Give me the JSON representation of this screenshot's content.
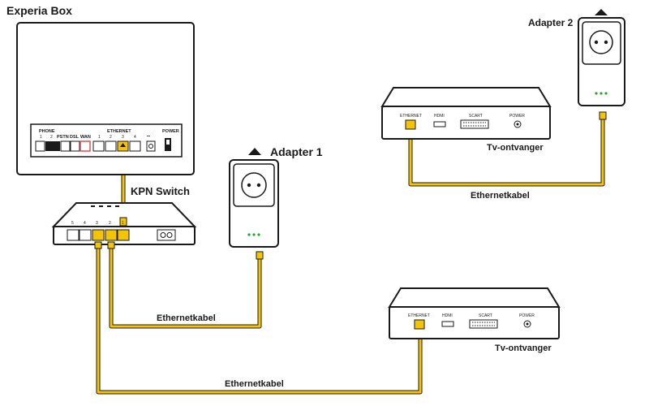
{
  "labels": {
    "experia_box": "Experia Box",
    "kpn_switch": "KPN Switch",
    "adapter_1": "Adapter 1",
    "adapter_2": "Adapter 2",
    "tv_receiver_top": "Tv-ontvanger",
    "tv_receiver_bottom": "Tv-ontvanger",
    "cable_top": "Ethernetkabel",
    "cable_middle": "Ethernetkabel",
    "cable_bottom": "Ethernetkabel"
  },
  "experia_ports": {
    "phone": "PHONE",
    "phone_1": "1",
    "phone_2": "2",
    "pstn": "PSTN",
    "dsl": "DSL",
    "wan": "WAN",
    "ethernet": "ETHERNET",
    "eth_1": "1",
    "eth_2": "2",
    "eth_3": "3",
    "eth_4": "4",
    "power": "POWER"
  },
  "switch_ports": [
    "5",
    "4",
    "3",
    "2",
    "1"
  ],
  "tv_ports": {
    "ethernet": "ETHERNET",
    "hdmi": "HDMI",
    "scart": "SCART",
    "power": "POWER"
  },
  "colors": {
    "cable": "#f5c400",
    "outline": "#1a1a1a",
    "led": "#2e9e3a",
    "wan_port": "#d9534f"
  }
}
